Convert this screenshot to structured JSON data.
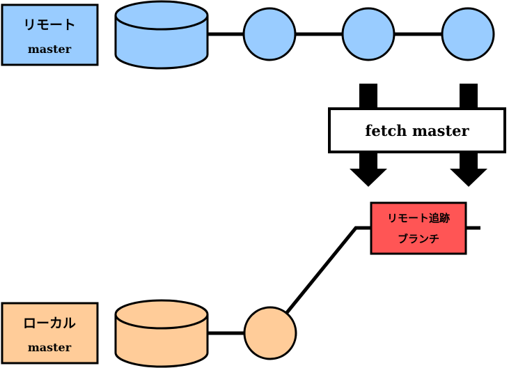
{
  "remote": {
    "title": "リモート",
    "branch": "master",
    "color": "#99ccff"
  },
  "fetch": {
    "label": "fetch master"
  },
  "tracking_branch": {
    "line1": "リモート追跡",
    "line2": "ブランチ",
    "color": "#ff5555"
  },
  "local": {
    "title": "ローカル",
    "branch": "master",
    "color": "#ffcc99"
  }
}
